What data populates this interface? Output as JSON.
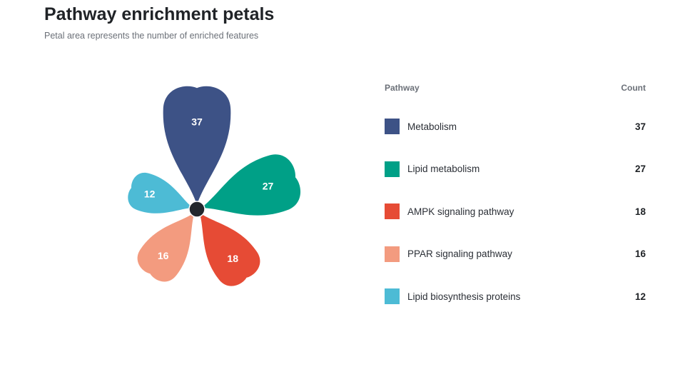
{
  "header": {
    "title": "Pathway enrichment petals",
    "subtitle": "Petal area represents the number of enriched features"
  },
  "legend": {
    "col_pathway": "Pathway",
    "col_count": "Count"
  },
  "chart_data": {
    "type": "pie",
    "title": "Pathway enrichment petals",
    "subtitle": "Petal area represents the number of enriched features",
    "categories": [
      "Metabolism",
      "Lipid metabolism",
      "AMPK signaling pathway",
      "PPAR signaling pathway",
      "Lipid biosynthesis proteins"
    ],
    "values": [
      37,
      27,
      18,
      16,
      12
    ],
    "colors": [
      "#3d5286",
      "#00a087",
      "#e64b35",
      "#f39b7f",
      "#4dbbd5"
    ],
    "center_color": "#23272d",
    "legend_position": "right"
  }
}
